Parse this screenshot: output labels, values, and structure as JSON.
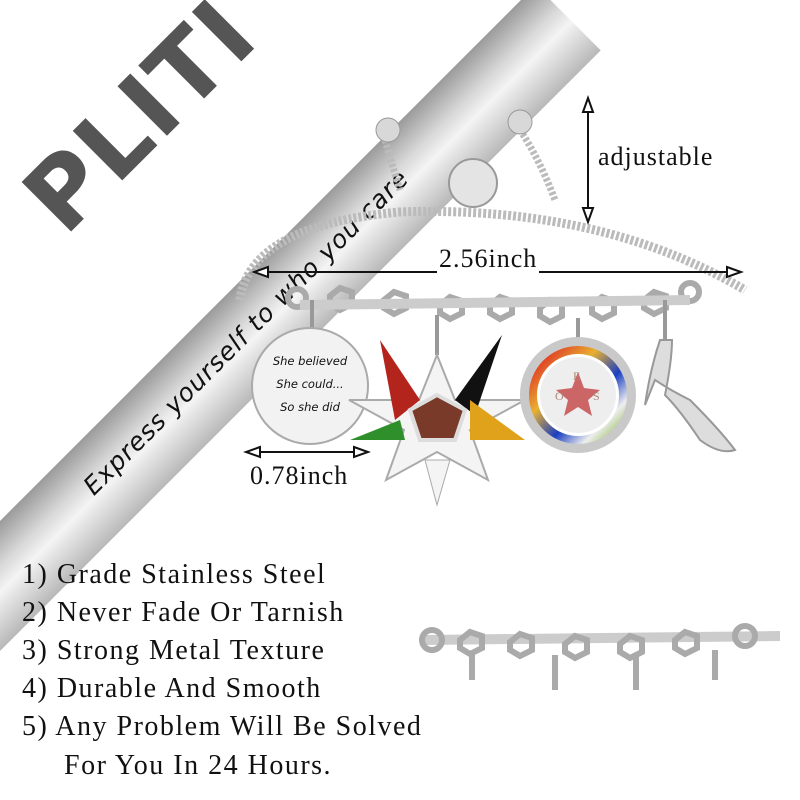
{
  "brand": {
    "name": "PLITI",
    "tagline": "Express yourself to who you care"
  },
  "dimensions": {
    "adjustable": "adjustable",
    "length": "2.56inch",
    "charm_width": "0.78inch"
  },
  "charm_text": [
    "She believed",
    "She could...",
    "So she did"
  ],
  "oes_letters": [
    "O",
    "E",
    "S"
  ],
  "features": [
    "1) Grade Stainless Steel",
    "2) Never Fade Or Tarnish",
    "3) Strong Metal Texture",
    "4) Durable And Smooth",
    "5) Any Problem Will Be Solved",
    "For You In 24 Hours."
  ],
  "colors": {
    "band": "#c8c8c8",
    "brand_text": "#555555",
    "star_red": "#b3241d",
    "star_black": "#111111",
    "star_green": "#2f8f2a",
    "star_yellow": "#e0a21a"
  }
}
